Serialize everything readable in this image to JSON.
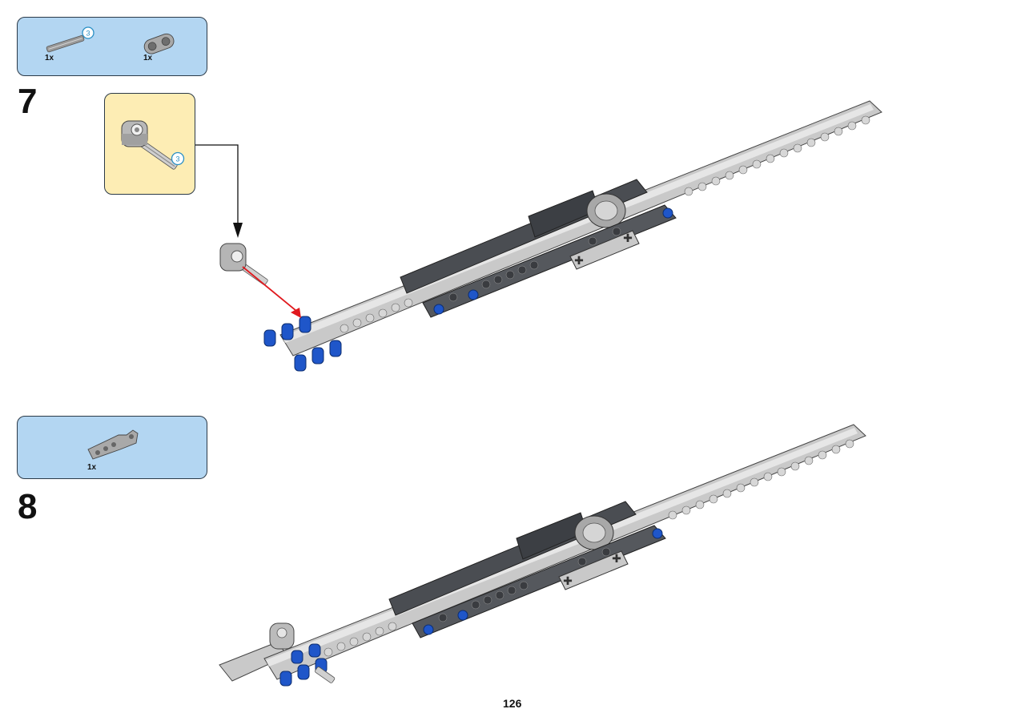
{
  "page": {
    "number": "126"
  },
  "steps": [
    {
      "number": "7",
      "parts": [
        {
          "name": "axle",
          "length_label": "3",
          "qty": "1x",
          "icon": "axle-3-icon"
        },
        {
          "name": "axle-pin-connector",
          "qty": "1x",
          "icon": "connector-icon"
        }
      ],
      "callout": {
        "length_label": "3",
        "icon": "connector-with-axle-icon"
      }
    },
    {
      "number": "8",
      "parts": [
        {
          "name": "angled-beam",
          "qty": "1x",
          "icon": "angled-beam-icon"
        }
      ]
    }
  ],
  "colors": {
    "parts_box": "#b3d6f2",
    "callout_box": "#fdedb4",
    "light_gray_beam": "#c8c8c8",
    "dark_gray_beam": "#4a4d52",
    "blue_pin": "#1f56c9",
    "arrow_red": "#e0191e",
    "length_circle": "#2a8fc4"
  }
}
